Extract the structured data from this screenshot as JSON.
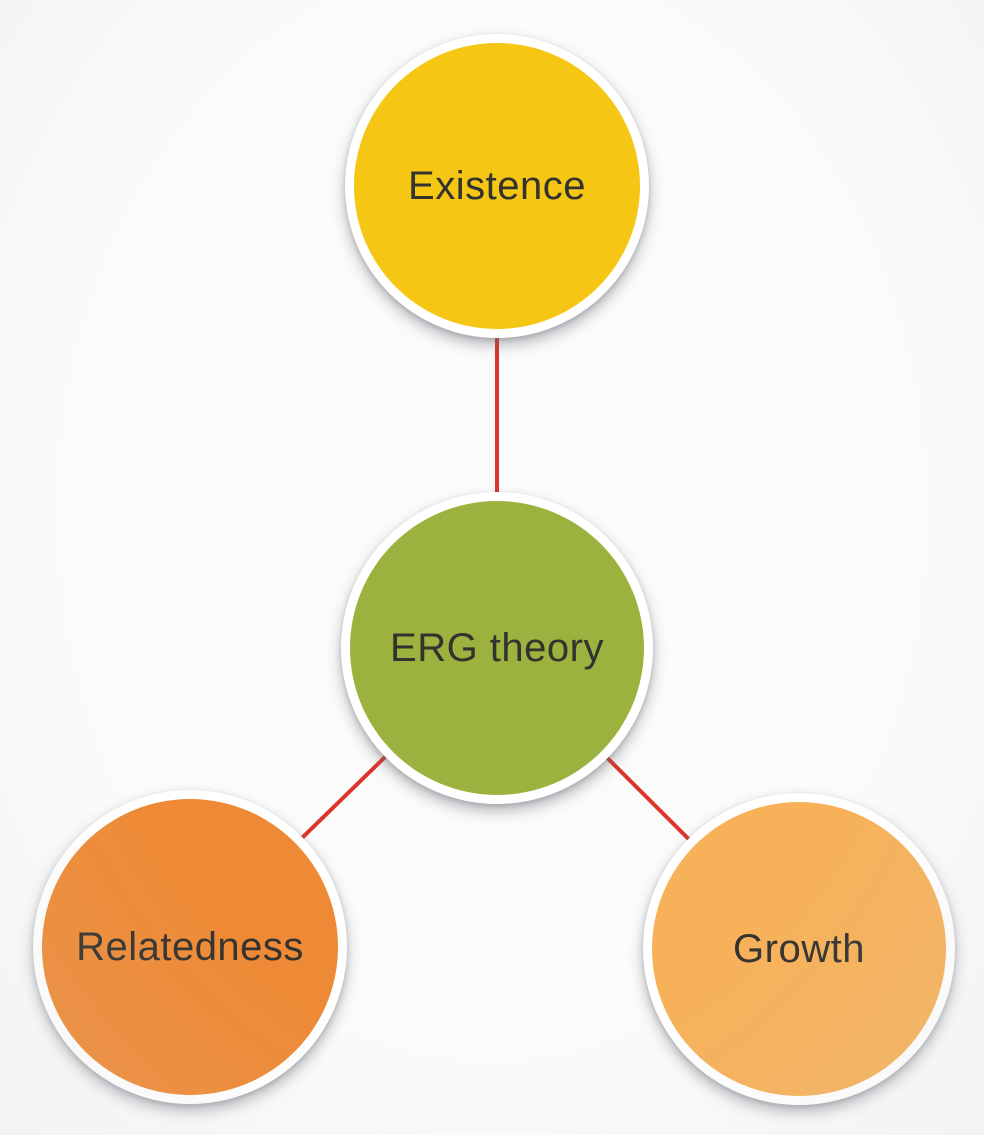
{
  "diagram": {
    "background_color": "#fbfbfb",
    "connector_color": "#dc352b",
    "label_color": "#34322e",
    "node_ring_color": "#ffffff",
    "nodes": [
      {
        "id": "existence",
        "label": "Existence",
        "fill": "#f5c714"
      },
      {
        "id": "erg-theory",
        "label": "ERG theory",
        "fill": "#9cb23e"
      },
      {
        "id": "relatedness",
        "label": "Relatedness",
        "fill": "#ee8a35"
      },
      {
        "id": "growth",
        "label": "Growth",
        "fill": "#f7b159"
      }
    ],
    "connections": [
      {
        "from": "erg-theory",
        "to": "existence"
      },
      {
        "from": "erg-theory",
        "to": "relatedness"
      },
      {
        "from": "erg-theory",
        "to": "growth"
      }
    ]
  }
}
